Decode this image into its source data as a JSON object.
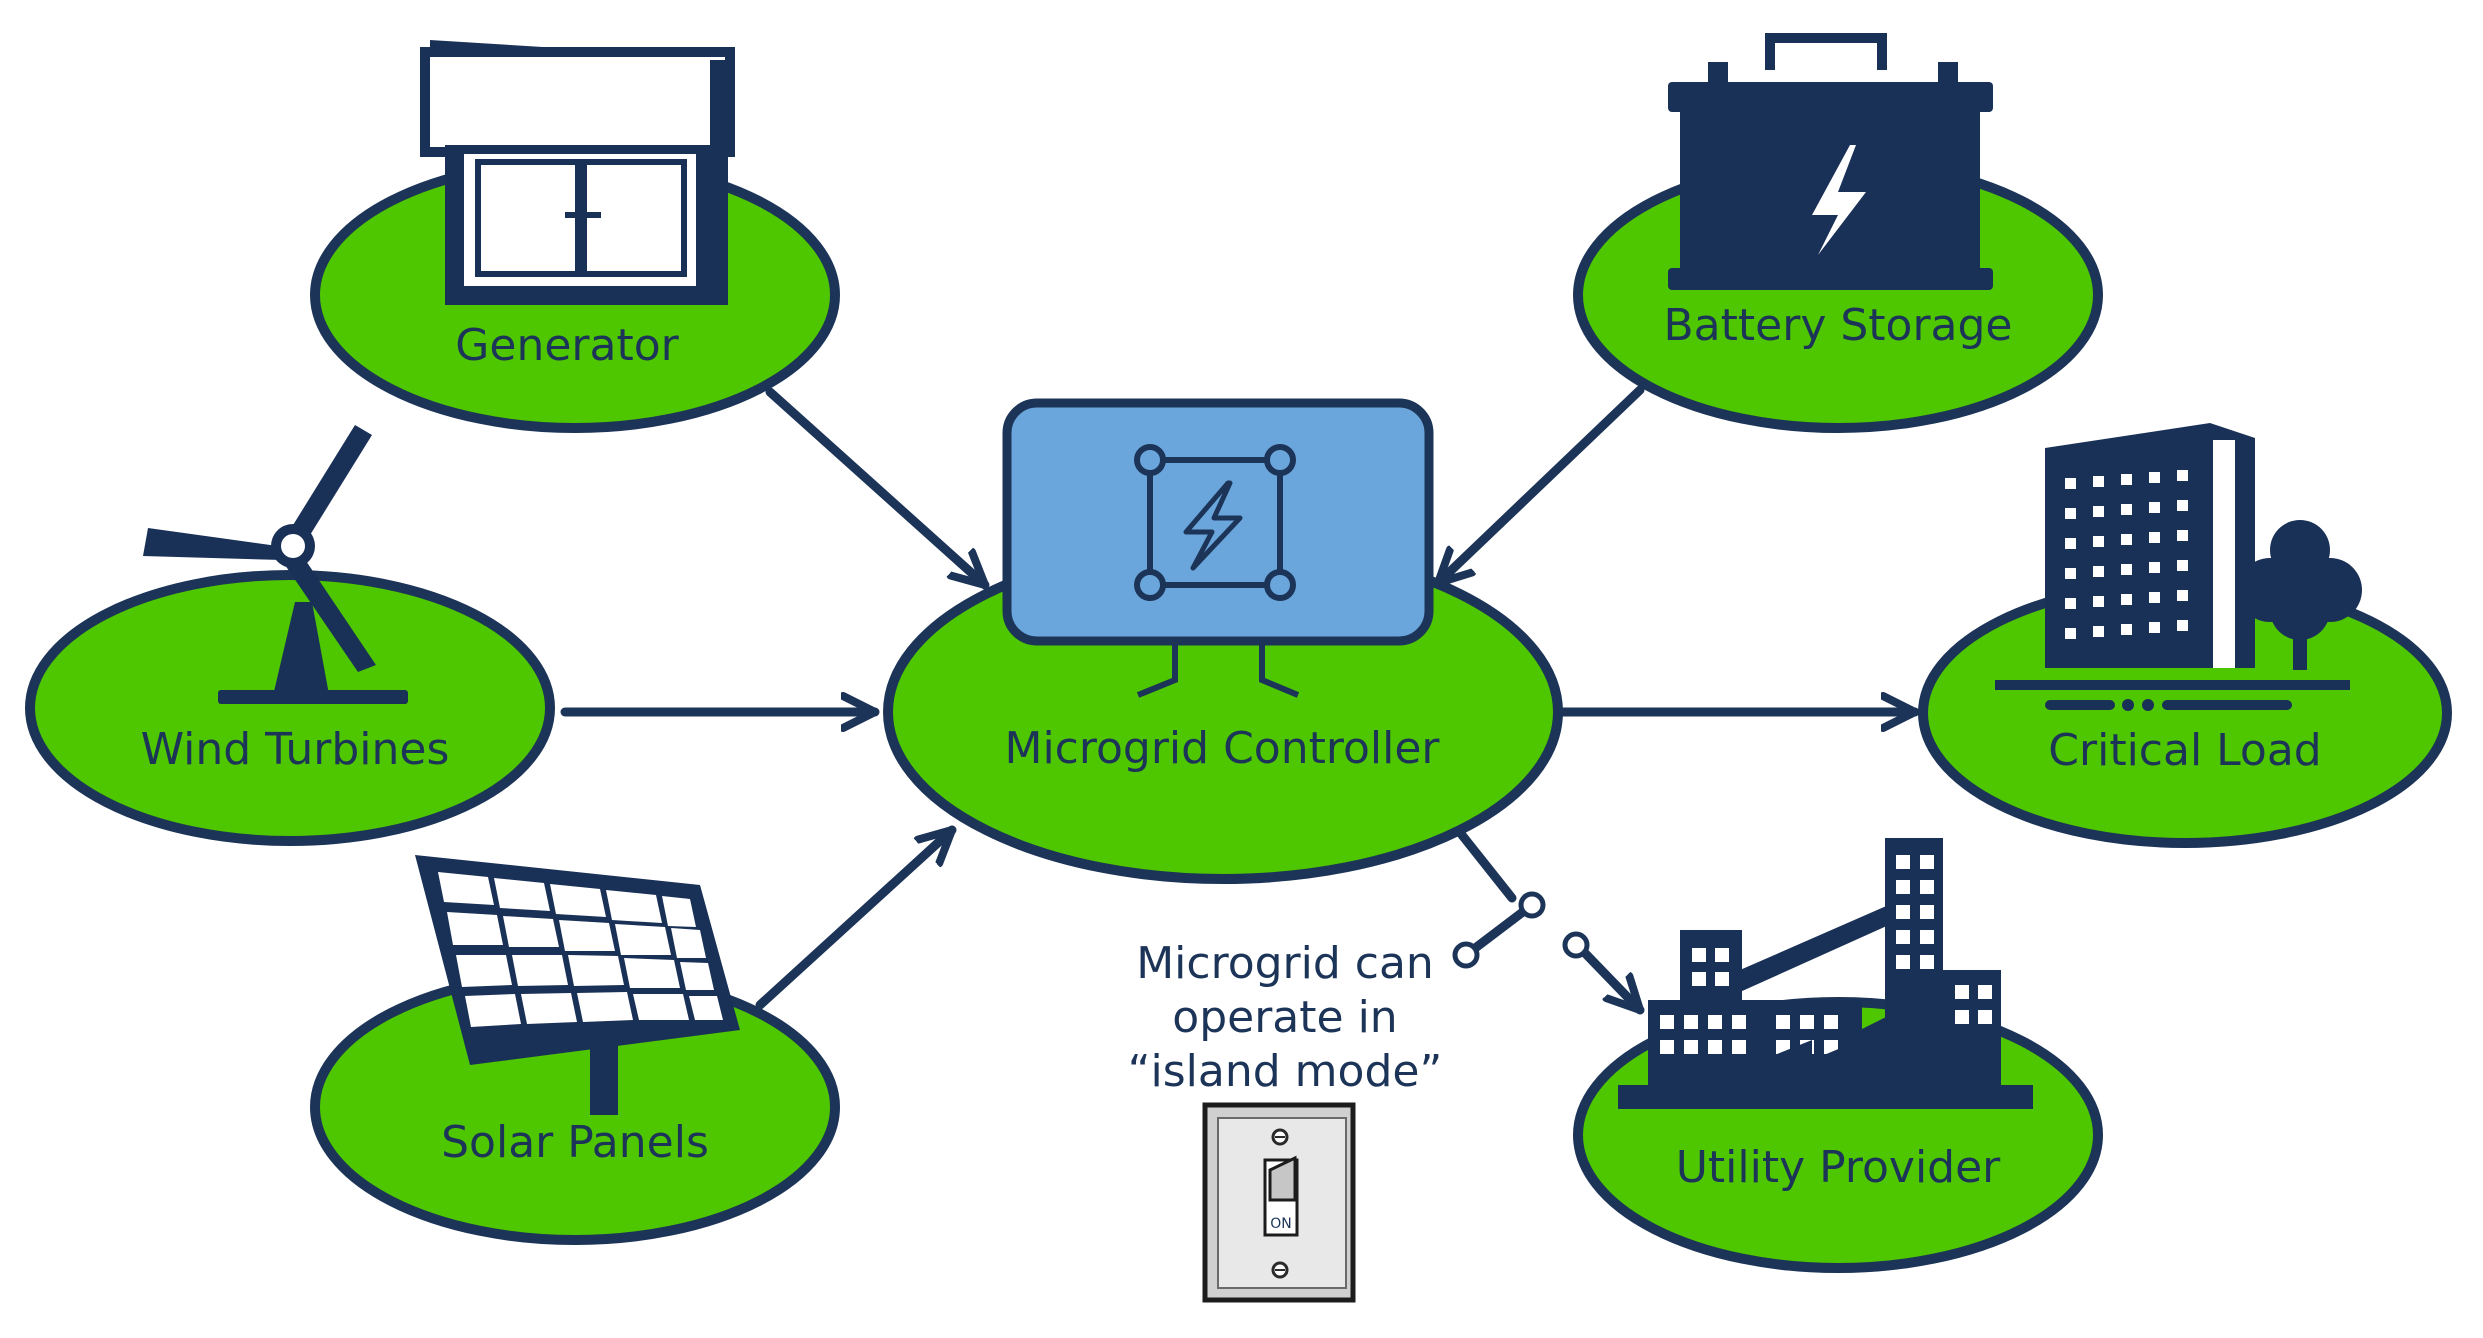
{
  "colors": {
    "node_fill": "#4ec600",
    "outline": "#1c3457",
    "icon_navy": "#1a3157",
    "controller_screen": "#6aa6dc",
    "background": "#ffffff"
  },
  "nodes": {
    "generator": {
      "label": "Generator",
      "icon": "generator-icon"
    },
    "wind": {
      "label": "Wind Turbines",
      "icon": "wind-turbine-icon"
    },
    "solar": {
      "label": "Solar Panels",
      "icon": "solar-panel-icon"
    },
    "controller": {
      "label": "Microgrid Controller",
      "icon": "controller-screen-icon"
    },
    "battery": {
      "label": "Battery Storage",
      "icon": "battery-icon"
    },
    "critical": {
      "label": "Critical Load",
      "icon": "building-icon"
    },
    "utility": {
      "label": "Utility Provider",
      "icon": "factory-icon"
    }
  },
  "edges": [
    {
      "from": "generator",
      "to": "controller"
    },
    {
      "from": "wind",
      "to": "controller"
    },
    {
      "from": "solar",
      "to": "controller"
    },
    {
      "from": "battery",
      "to": "controller"
    },
    {
      "from": "controller",
      "to": "critical"
    },
    {
      "from": "controller",
      "to": "utility",
      "style": "open-switch"
    }
  ],
  "note": {
    "lines": [
      "Microgrid can",
      "operate in",
      "“island mode”"
    ]
  },
  "switch": {
    "label": "ON",
    "icon": "light-switch-icon"
  }
}
